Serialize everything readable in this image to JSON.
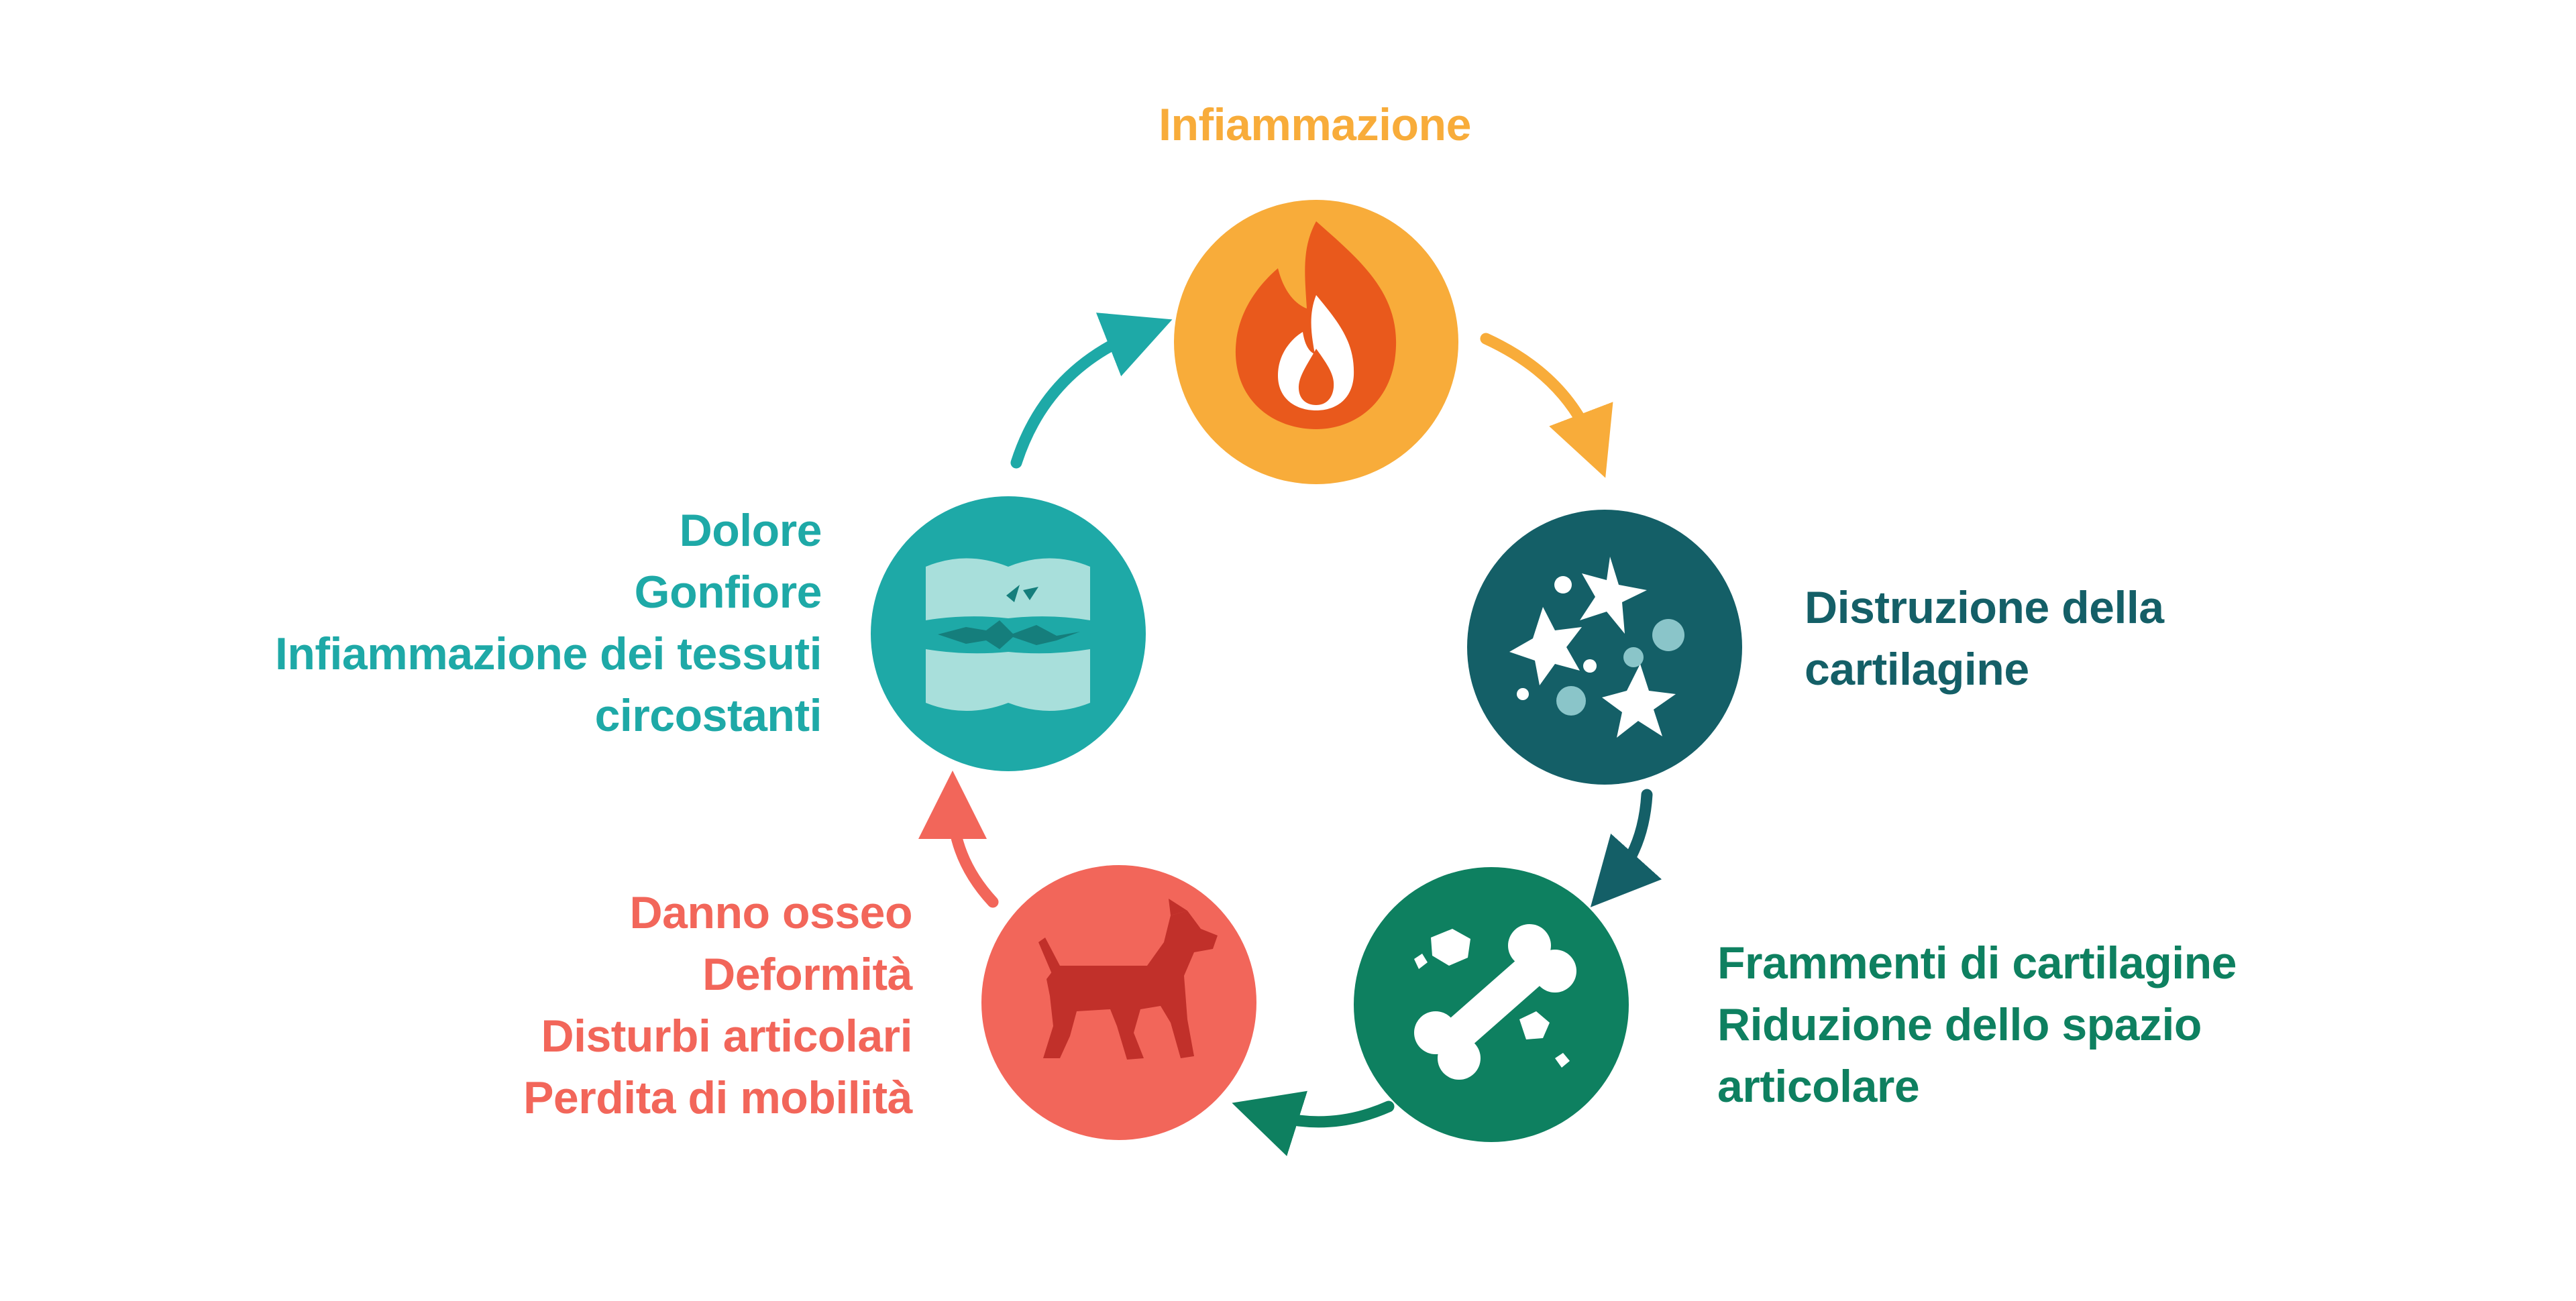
{
  "colors": {
    "inflammation": "#F8AC3A",
    "inflammation_flame": "#E9591C",
    "cartilage": "#145F67",
    "fragments": "#0E8060",
    "damage": "#F2665A",
    "damage_icon": "#C1302A",
    "pain": "#1EA9A7",
    "pain_light": "#A8DFDB"
  },
  "stages": [
    {
      "id": "inflammation",
      "icon": "flame-icon",
      "lines": [
        "Infiammazione"
      ]
    },
    {
      "id": "cartilage",
      "icon": "cells-icon",
      "lines": [
        "Distruzione della",
        "cartilagine"
      ]
    },
    {
      "id": "fragments",
      "icon": "bone-icon",
      "lines": [
        "Frammenti di cartilagine",
        "Riduzione dello spazio",
        "articolare"
      ]
    },
    {
      "id": "damage",
      "icon": "dog-icon",
      "lines": [
        "Danno osseo",
        "Deformità",
        "Disturbi articolari",
        "Perdita di mobilità"
      ]
    },
    {
      "id": "pain",
      "icon": "joint-icon",
      "lines": [
        "Dolore",
        "Gonfiore",
        "Infiammazione dei tessuti",
        "circostanti"
      ]
    }
  ]
}
